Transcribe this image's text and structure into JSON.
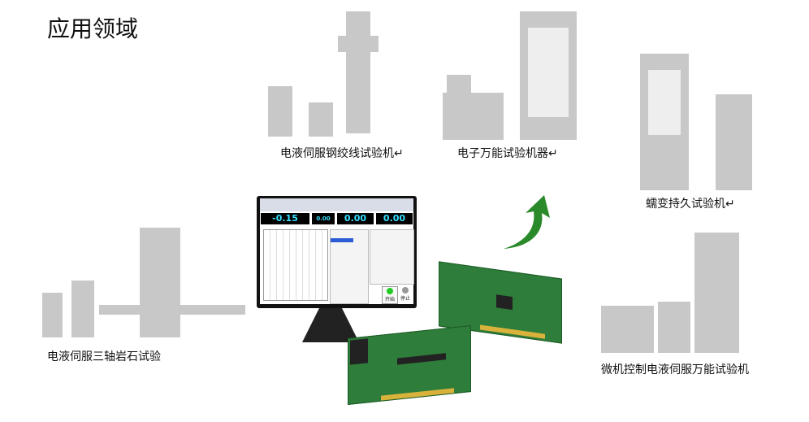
{
  "title": "应用领域",
  "labels": {
    "strand": "电液伺服钢绞线试验机↵",
    "universal": "电子万能试验机器↵",
    "creep": "蠕变持久试验机↵",
    "rock": "电液伺服三轴岩石试验",
    "microcomputer": "微机控制电液伺服万能试验机"
  },
  "software": {
    "readouts": [
      "-0.15",
      "0.00",
      "0.00",
      "0.00"
    ],
    "start_label": "开始",
    "stop_label": "停止"
  },
  "colors": {
    "silhouette": "#c8c8c8",
    "board": "#2e7d3a",
    "arrow": "#2a8a2a"
  }
}
